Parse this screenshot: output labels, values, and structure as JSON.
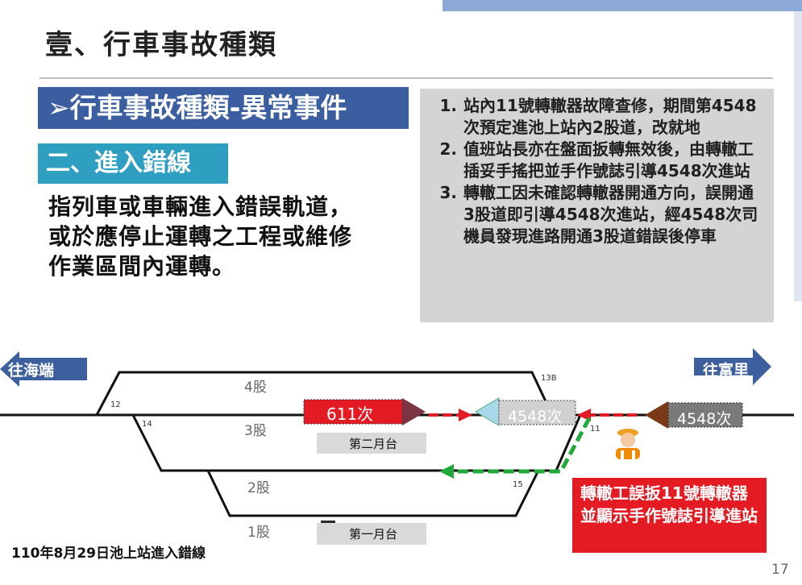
{
  "slide": {
    "title": "壹、行車事故種類",
    "section_header": "➢行車事故種類-異常事件",
    "sub_header": "二、進入錯線",
    "description": "指列車或車輛進入錯誤軌道，或於應停止運轉之工程或維修作業區間內運轉。",
    "caption": "110年8月29日池上站進入錯線",
    "page_number": "17"
  },
  "notes": [
    {
      "num": "1.",
      "text": "站內11號轉轍器故障查修，期間第4548次預定進池上站內2股道，改就地"
    },
    {
      "num": "2.",
      "text": "值班站長亦在盤面扳轉無效後，由轉轍工插妥手搖把並手作號誌引導4548次進站"
    },
    {
      "num": "3.",
      "text": "轉轍工因未確認轉轍器開通方向，誤開通3股道即引導4548次進站，經4548次司機員發現進路開通3股道錯誤後停車"
    }
  ],
  "diagram": {
    "dir_left": "往海端",
    "dir_right": "往富里",
    "tracks": {
      "t4": "4股",
      "t3": "3股",
      "t2": "2股",
      "t1": "1股"
    },
    "switches": {
      "s12": "12",
      "s14": "14",
      "s13b": "13B",
      "s11": "11",
      "s15": "15"
    },
    "platforms": {
      "p2": "第二月台",
      "p1": "第一月台"
    },
    "trains": {
      "train_611": "611次",
      "train_4548_ghost": "4548次",
      "train_4548": "4548次"
    },
    "warning": "轉轍工誤扳11號轉轍器並顯示手作號誌引導進站"
  },
  "colors": {
    "header_blue": "#3b5ea0",
    "header_teal": "#2e9ec1",
    "arrow_blue": "#3d5f9e",
    "alert_red": "#e41b23",
    "route_green": "#1faa3a"
  }
}
